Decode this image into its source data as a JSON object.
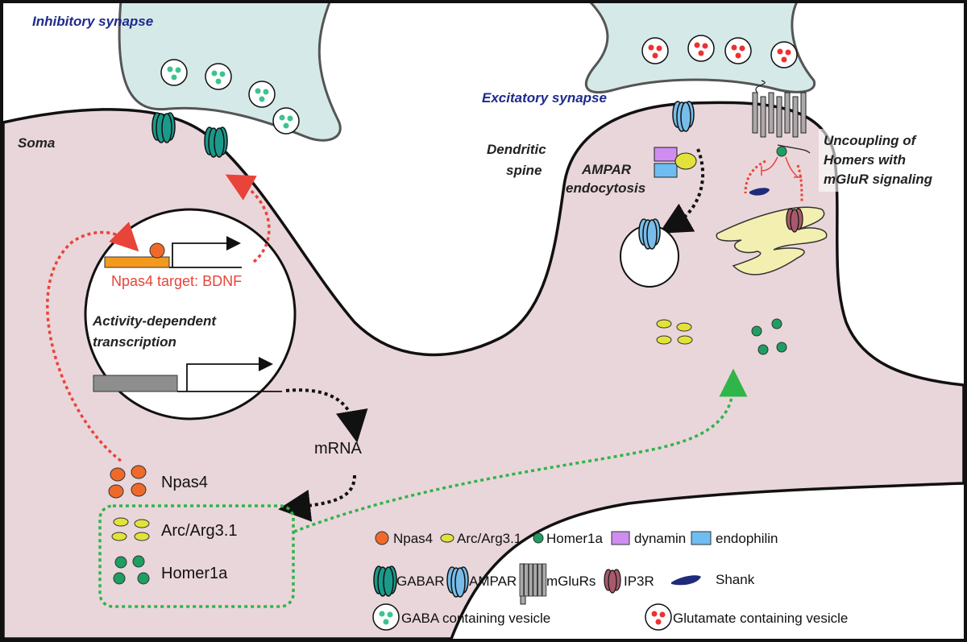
{
  "titles": {
    "inhibitory": "Inhibitory synapse",
    "excitatory": "Excitatory synapse",
    "soma": "Soma",
    "dendritic_spine_1": "Dendritic",
    "dendritic_spine_2": "spine",
    "ampar_endo_1": "AMPAR",
    "ampar_endo_2": "endocytosis",
    "uncoupling_1": "Uncoupling of",
    "uncoupling_2": "Homers with",
    "uncoupling_3": "mGluR signaling",
    "npas4_target": "Npas4 target: BDNF",
    "adt_1": "Activity-dependent",
    "adt_2": "transcription",
    "mrna": "mRNA",
    "npas4": "Npas4",
    "arc": "Arc/Arg3.1",
    "homer": "Homer1a"
  },
  "legend": {
    "npas4": "Npas4",
    "arc": "Arc/Arg3.1",
    "homer": "Homer1a",
    "dynamin": "dynamin",
    "endophilin": "endophilin",
    "gabar": "GABAR",
    "ampar": "AMPAR",
    "mglurs": "mGluRs",
    "ip3r": "IP3R",
    "shank": "Shank",
    "gaba_vesicle": "GABA containing vesicle",
    "glu_vesicle": "Glutamate containing vesicle"
  },
  "colors": {
    "cell": "#e9d6da",
    "presynaptic": "#d5eae8",
    "npas4": "#ef6a2a",
    "arc": "#e3e23a",
    "homer": "#1f9e62",
    "dynamin": "#cf8df0",
    "endophilin": "#6fbdf0",
    "gabar": "#1a9a8a",
    "ampar": "#78bde9",
    "ip3r": "#a85a6c",
    "shank": "#1f2a7a",
    "er": "#f3efb0",
    "red_arrow": "#e8443a",
    "green_arrow": "#2fb54a",
    "title_blue": "#1e2a8c"
  }
}
